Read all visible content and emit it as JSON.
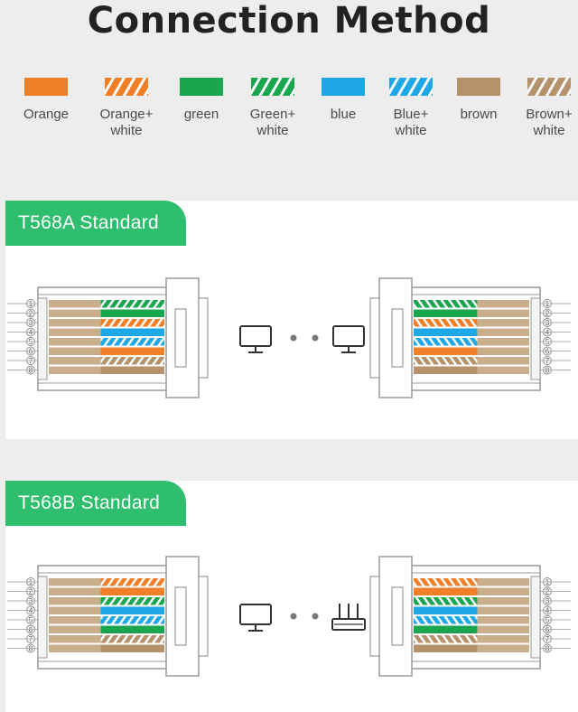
{
  "title": "Connection Method",
  "legend": [
    {
      "label": "Orange",
      "color": "#f07f28",
      "striped": false
    },
    {
      "label": "Orange+\nwhite",
      "color": "#f07f28",
      "striped": true
    },
    {
      "label": "green",
      "color": "#1aa64f",
      "striped": false
    },
    {
      "label": "Green+\nwhite",
      "color": "#1aa64f",
      "striped": true
    },
    {
      "label": "blue",
      "color": "#1ea8e6",
      "striped": false
    },
    {
      "label": "Blue+\nwhite",
      "color": "#1ea8e6",
      "striped": true
    },
    {
      "label": "brown",
      "color": "#b5916c",
      "striped": false
    },
    {
      "label": "Brown+\nwhite",
      "color": "#b5916c",
      "striped": true
    }
  ],
  "colors": {
    "orange": "#f07f28",
    "green": "#1aa64f",
    "blue": "#1ea8e6",
    "brown": "#b5916c",
    "tab": "#2fbd6e",
    "base_wire": "#c9ae8c"
  },
  "sections": [
    {
      "id": "t568a",
      "label": "T568A Standard",
      "pins": [
        "1",
        "2",
        "3",
        "4",
        "5",
        "6",
        "7",
        "8"
      ],
      "wires": [
        {
          "color": "green",
          "striped": true
        },
        {
          "color": "green",
          "striped": false
        },
        {
          "color": "orange",
          "striped": true
        },
        {
          "color": "blue",
          "striped": false
        },
        {
          "color": "blue",
          "striped": true
        },
        {
          "color": "orange",
          "striped": false
        },
        {
          "color": "brown",
          "striped": true
        },
        {
          "color": "brown",
          "striped": false
        }
      ],
      "left_device_icon": "monitor-icon",
      "right_device_icon": "monitor-icon"
    },
    {
      "id": "t568b",
      "label": "T568B Standard",
      "pins": [
        "1",
        "2",
        "3",
        "4",
        "5",
        "6",
        "7",
        "8"
      ],
      "wires": [
        {
          "color": "orange",
          "striped": true
        },
        {
          "color": "orange",
          "striped": false
        },
        {
          "color": "green",
          "striped": true
        },
        {
          "color": "blue",
          "striped": false
        },
        {
          "color": "blue",
          "striped": true
        },
        {
          "color": "green",
          "striped": false
        },
        {
          "color": "brown",
          "striped": true
        },
        {
          "color": "brown",
          "striped": false
        }
      ],
      "left_device_icon": "monitor-icon",
      "right_device_icon": "router-icon"
    }
  ]
}
